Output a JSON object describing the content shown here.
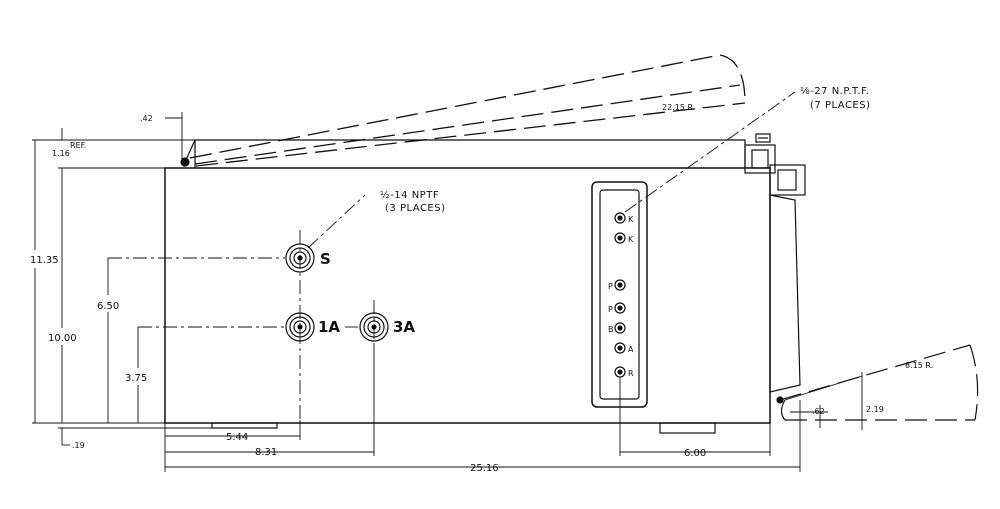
{
  "notes": {
    "pipe_half": "½-14 NPTF",
    "pipe_half_places": "(3 PLACES)",
    "pipe_eighth": "⅛-27 N.P.T.F.",
    "pipe_eighth_places": "(7 PLACES)"
  },
  "ports": {
    "s": "S",
    "one_a": "1A",
    "three_a": "3A",
    "panel_1": "K",
    "panel_2": "K",
    "panel_3": "P",
    "panel_4": "P",
    "panel_5": "B",
    "panel_6": "A",
    "panel_7": "R"
  },
  "dimensions": {
    "lid_offset": ".42",
    "lid_radius": "22.15 R.",
    "ref_height": "1.16",
    "ref_label": "REF.",
    "overall_height": "11.35",
    "body_height": "10.00",
    "port_s_height": "6.50",
    "port_1a_height": "3.75",
    "base_offset": ".19",
    "port_s_x": "5.44",
    "port_3a_x": "8.31",
    "overall_length": "25.16",
    "panel_width": "6.00",
    "pedal_radius": "8.15 R.",
    "pedal_height": "2.19",
    "pedal_offset": ".62"
  },
  "colors": {
    "ink": "#111111",
    "paper": "#ffffff"
  }
}
